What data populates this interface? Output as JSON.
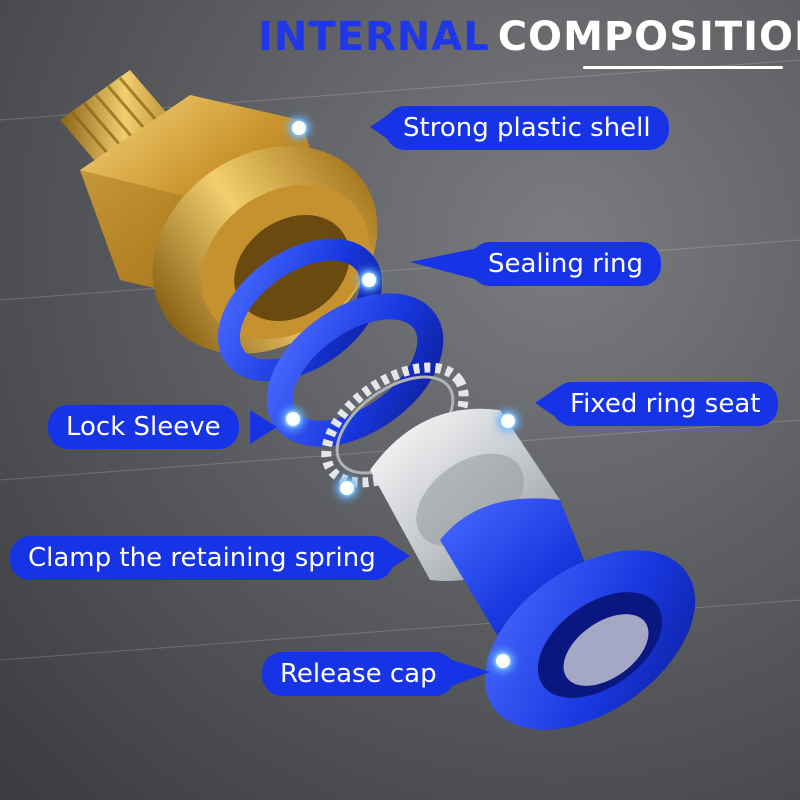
{
  "title": {
    "word1": "INTERNAL",
    "word2": "COMPOSITION"
  },
  "labels": {
    "plastic_shell": "Strong plastic shell",
    "sealing_ring": "Sealing ring",
    "fixed_ring_seat": "Fixed ring seat",
    "lock_sleeve": "Lock Sleeve",
    "retaining_spring": "Clamp the retaining spring",
    "release_cap": "Release cap"
  },
  "colors": {
    "accent_blue": "#1633e6",
    "title_blue": "#1f37e8",
    "brass": "#d6a73a",
    "silver": "#d8dadc"
  }
}
